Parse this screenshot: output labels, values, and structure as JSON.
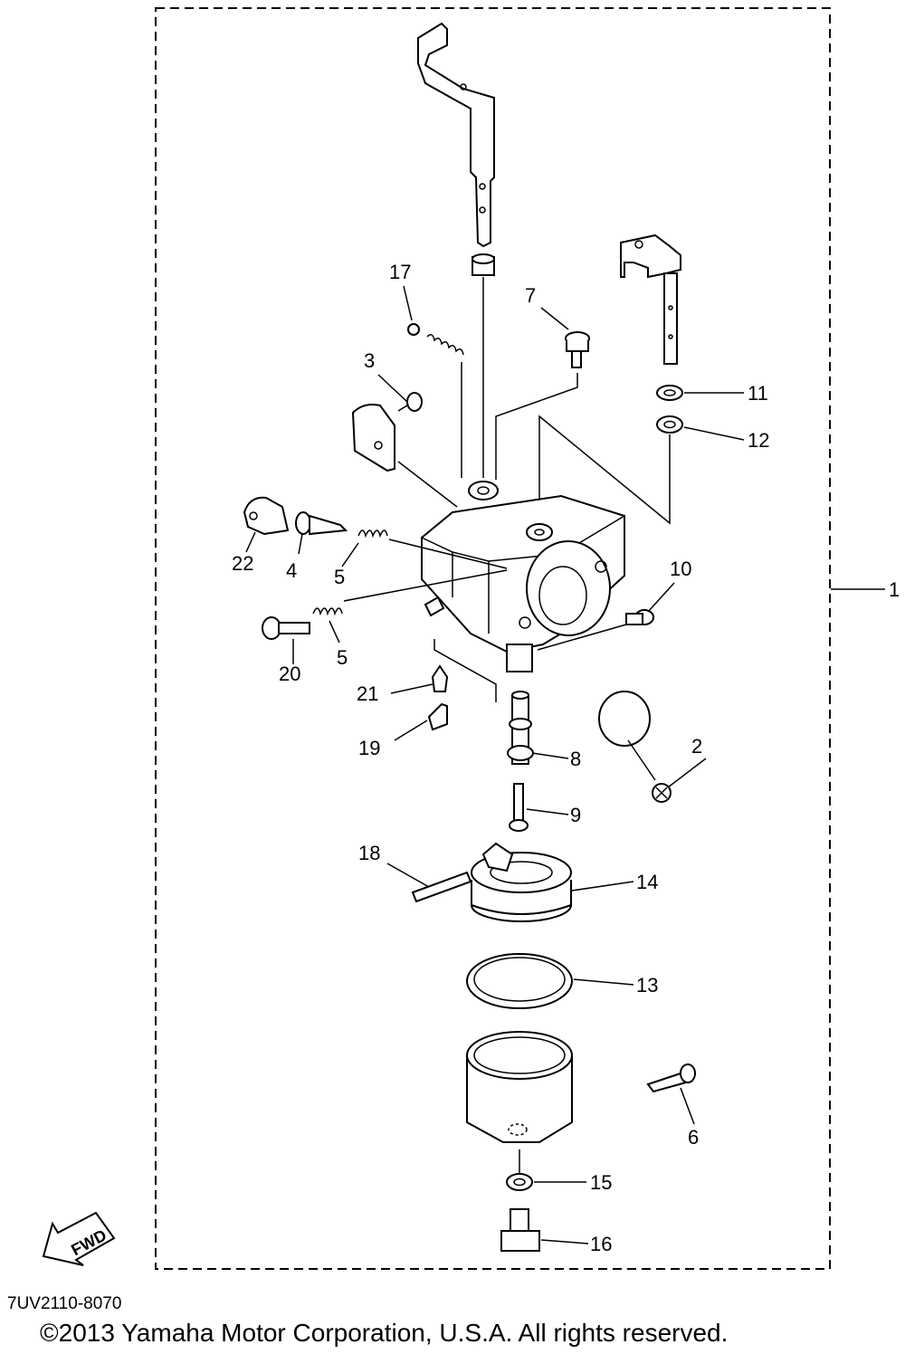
{
  "doc_code": "7UV2110-8070",
  "copyright": "©2013 Yamaha Motor Corporation, U.S.A. All rights reserved.",
  "fwd_label": "FWD",
  "callouts": {
    "c1": "1",
    "c2": "2",
    "c3": "3",
    "c4": "4",
    "c5a": "5",
    "c5b": "5",
    "c6": "6",
    "c7": "7",
    "c8": "8",
    "c9": "9",
    "c10": "10",
    "c11": "11",
    "c12": "12",
    "c13": "13",
    "c14": "14",
    "c15": "15",
    "c16": "16",
    "c17": "17",
    "c18": "18",
    "c19": "19",
    "c20": "20",
    "c21": "21",
    "c22": "22"
  },
  "icons": [
    "fwd-arrow-icon"
  ]
}
